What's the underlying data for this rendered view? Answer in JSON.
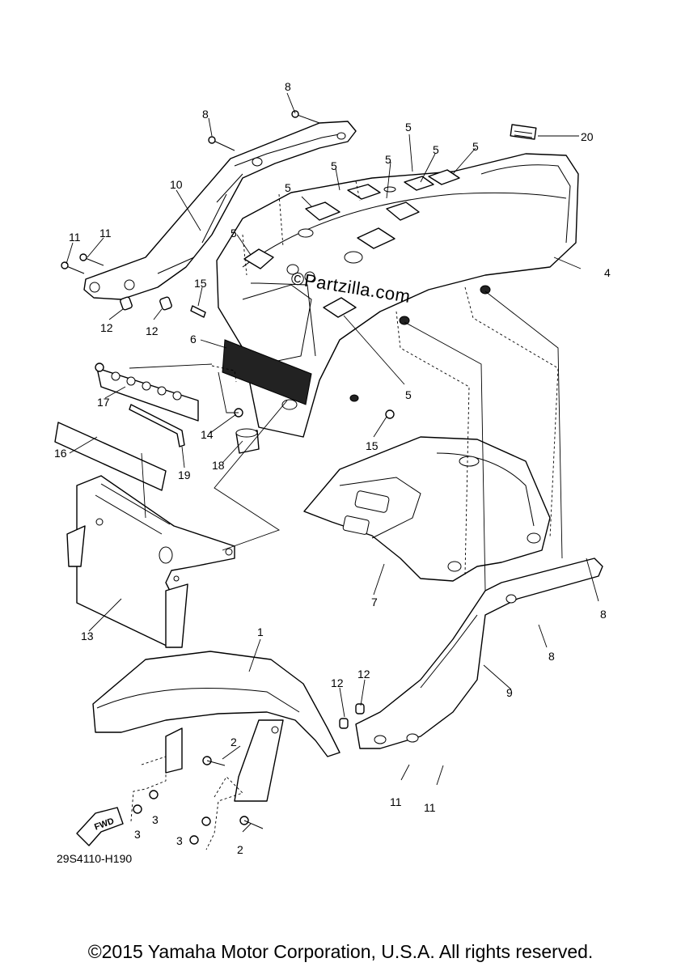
{
  "diagram": {
    "drawing_code": "29S4110-H190",
    "watermark": "©Partzilla.com",
    "copyright": "©2015 Yamaha Motor Corporation, U.S.A. All rights reserved.",
    "fwd_label": "FWD",
    "callouts": [
      "1",
      "2",
      "2",
      "3",
      "3",
      "3",
      "4",
      "5",
      "5",
      "5",
      "5",
      "5",
      "5",
      "5",
      "5",
      "6",
      "7",
      "8",
      "8",
      "8",
      "8",
      "9",
      "10",
      "11",
      "11",
      "11",
      "11",
      "12",
      "12",
      "12",
      "12",
      "13",
      "14",
      "15",
      "15",
      "16",
      "17",
      "18",
      "19",
      "20"
    ]
  }
}
